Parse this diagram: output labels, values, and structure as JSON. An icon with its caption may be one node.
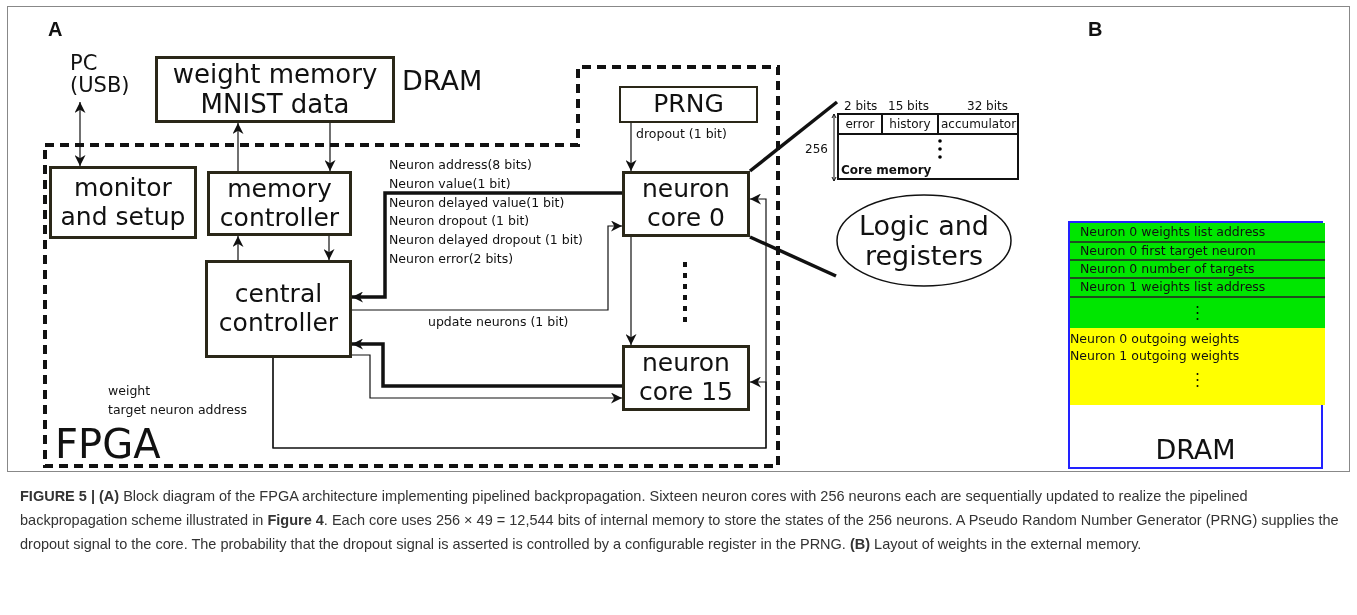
{
  "diagram": {
    "caption": "**FIGURE 5 | (A)** Block diagram of the FPGA architecture implementing pipelined backpropagation. Sixteen neuron cores with 256 neurons each are sequentially updated to realize the pipelined backpropagation scheme illustrated in **Figure 4**. Each core uses 256 × 49 = 12,544 bits of internal memory to store the states of the 256 neurons. A Pseudo Random Number Generator (PRNG) supplies the dropout signal to the core. The probability that the dropout signal is asserted is controlled by a configurable register in the PRNG. **(B)** Layout of weights in the external memory.",
    "nodes": [
      {
        "text": [
          "FPGA"
        ]
      },
      {
        "text": [
          "PC (USB)"
        ]
      },
      {
        "text": [
          "weight memory MNIST data"
        ],
        "beside": [
          "DRAM"
        ]
      },
      {
        "text": [
          "monitor and setup"
        ],
        "in": 0
      },
      {
        "text": [
          "memory controller"
        ],
        "in": 0
      },
      {
        "text": [
          "central controller"
        ],
        "in": 0
      },
      {
        "text": [
          "PRNG"
        ],
        "in": 0
      },
      {
        "text": [
          "neuron core 0"
        ],
        "in": 0
      },
      {
        "text": [
          "neuron core 15"
        ],
        "in": 0
      },
      {
        "text": [
          "error",
          "history",
          "accumulator",
          "Core memory"
        ],
        "beside": [
          "2 bits",
          "15 bits",
          "32 bits",
          "256"
        ]
      },
      {
        "text": [
          "Logic and registers"
        ]
      },
      {
        "text": [
          "DRAM"
        ]
      },
      {
        "text": [
          "Neuron 0 weights list address"
        ],
        "in": 11
      },
      {
        "text": [
          "Neuron 0 first target neuron"
        ],
        "in": 11
      },
      {
        "text": [
          "Neuron 0 number of targets"
        ],
        "in": 11
      },
      {
        "text": [
          "Neuron 1 weights list address"
        ],
        "in": 11
      },
      {
        "text": [],
        "shape": "bar",
        "in": 11
      },
      {
        "text": [
          "Neuron 0 outgoing weights",
          "Neuron 1 outgoing weights"
        ],
        "in": 11
      }
    ],
    "edges": [
      {
        "from": 1,
        "to": 3,
        "arrow": "both"
      },
      {
        "from": 4,
        "to": 2,
        "arrow": "to"
      },
      {
        "from": 2,
        "to": 4,
        "arrow": "to"
      },
      {
        "from": 5,
        "to": 4,
        "arrow": "to"
      },
      {
        "from": 4,
        "to": 5,
        "arrow": "to"
      },
      {
        "from": 7,
        "to": 5,
        "arrow": "to",
        "style": "thick"
      },
      {
        "from": 5,
        "to": 7,
        "arrow": "to",
        "label": "update neurons (1 bit)"
      },
      {
        "from": 6,
        "to": 7,
        "arrow": "to",
        "label": "dropout (1 bit)"
      },
      {
        "from": 7,
        "to": 8,
        "arrow": "to"
      },
      {
        "from": 8,
        "to": 5,
        "arrow": "to",
        "style": "thick"
      },
      {
        "from": 5,
        "to": 8,
        "arrow": "to"
      },
      {
        "from": 5,
        "to": 7,
        "arrow": "to"
      },
      {
        "from": 5,
        "to": 8,
        "arrow": "to"
      },
      {
        "from": 7,
        "to": 9,
        "arrow": "none",
        "style": "thick"
      },
      {
        "from": 7,
        "to": 10,
        "arrow": "none",
        "style": "thick"
      }
    ],
    "labels": [
      "A",
      "Neuron address(8 bits)",
      "Neuron value(1 bit)",
      "Neuron delayed value(1 bit)",
      "Neuron dropout (1 bit)",
      "Neuron delayed dropout (1 bit)",
      "Neuron error(2 bits)",
      "weight",
      "target neuron address",
      "B"
    ]
  }
}
